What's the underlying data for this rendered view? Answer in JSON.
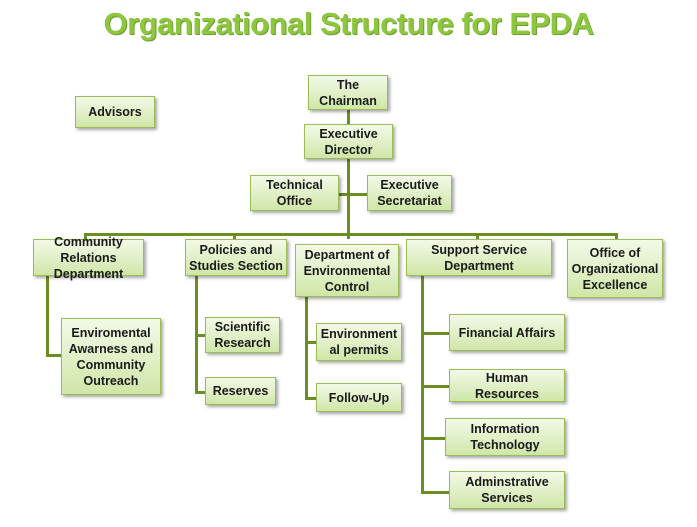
{
  "title": "Organizational Structure for EPDA",
  "colors": {
    "title": "#8dc63f",
    "box_fill": "#e0efc6",
    "box_border": "#9bbb59",
    "connector": "#6b8e23"
  },
  "nodes": {
    "chairman": "The Chairman",
    "executive_director": "Executive Director",
    "advisors": "Advisors",
    "technical_office": "Technical Office",
    "executive_secretariat": "Executive Secretariat",
    "community_relations": "Community Relations Department",
    "policies_studies": "Policies and Studies Section",
    "environmental_control": "Department of Environmental Control",
    "support_service": "Support Service Department",
    "organizational_excellence": "Office of Organizational Excellence",
    "awareness_outreach": "Enviromental Awarness and Community Outreach",
    "scientific_research": "Scientific Research",
    "reserves": "Reserves",
    "environmental_permits": "Environment al permits",
    "follow_up": "Follow-Up",
    "financial_affairs": "Financial Affairs",
    "human_resources": "Human Resources",
    "information_technology": "Information Technology",
    "administrative_services": "Adminstrative Services"
  }
}
